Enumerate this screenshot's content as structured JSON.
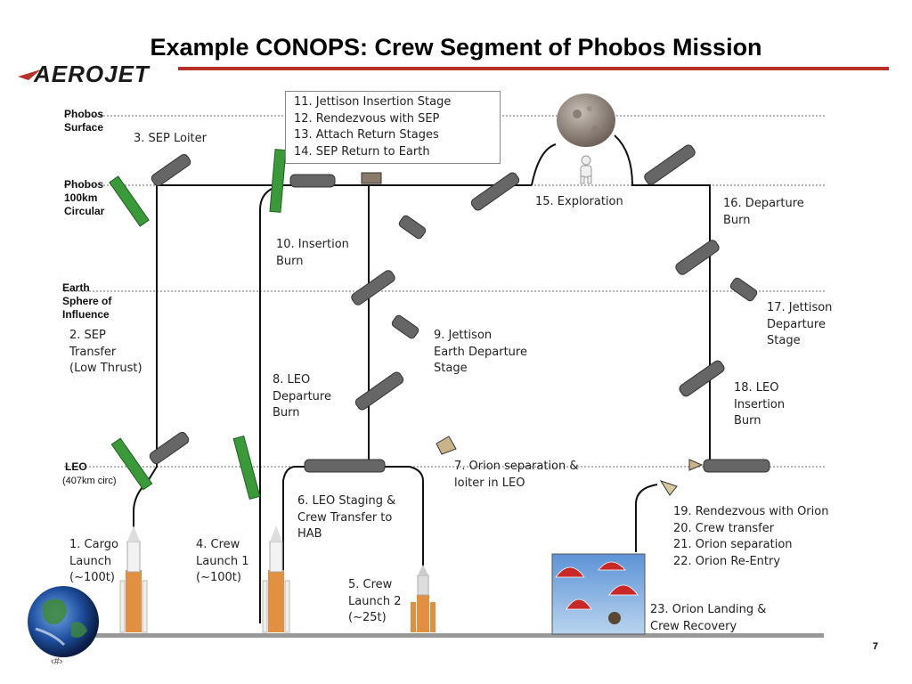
{
  "header": {
    "title": "Example CONOPS: Crew Segment of Phobos Mission",
    "logo_text": "AEROJET",
    "page_number": "7",
    "footer_mark": "‹#›"
  },
  "orbits": {
    "phobos_surface": "Phobos\nSurface",
    "phobos_circular": "Phobos\n100km\nCircular",
    "earth_soi": "Earth\nSphere of\nInfluence",
    "leo": "LEO",
    "leo_sub": "(407km circ)"
  },
  "steps": {
    "s1": "1. Cargo\nLaunch\n(~100t)",
    "s2": "2. SEP\nTransfer\n(Low Thrust)",
    "s3": "3. SEP Loiter",
    "s4": "4. Crew\nLaunch 1\n(~100t)",
    "s5": "5. Crew\nLaunch 2\n(~25t)",
    "s6": "6. LEO Staging &\nCrew Transfer to\nHAB",
    "s7": "7. Orion separation &\nloiter in LEO",
    "s8": "8. LEO\nDeparture\nBurn",
    "s9": "9. Jettison\nEarth Departure\nStage",
    "s10": "10. Insertion\nBurn",
    "s11_14": "11. Jettison Insertion Stage\n12. Rendezvous with SEP\n13. Attach Return Stages\n14. SEP Return to Earth",
    "s15": "15. Exploration",
    "s16": "16. Departure\nBurn",
    "s17": "17. Jettison\nDeparture\nStage",
    "s18": "18. LEO\nInsertion\nBurn",
    "s19_22": "19. Rendezvous with Orion\n20. Crew transfer\n21. Orion separation\n22. Orion Re-Entry",
    "s23": "23. Orion Landing &\nCrew Recovery"
  },
  "colors": {
    "brand_red": "#b8302a",
    "solar_green": "#3a9a3a",
    "rocket_orange": "#e09040",
    "sky_blue": "#7fb2e0",
    "chute_red": "#c82828"
  }
}
